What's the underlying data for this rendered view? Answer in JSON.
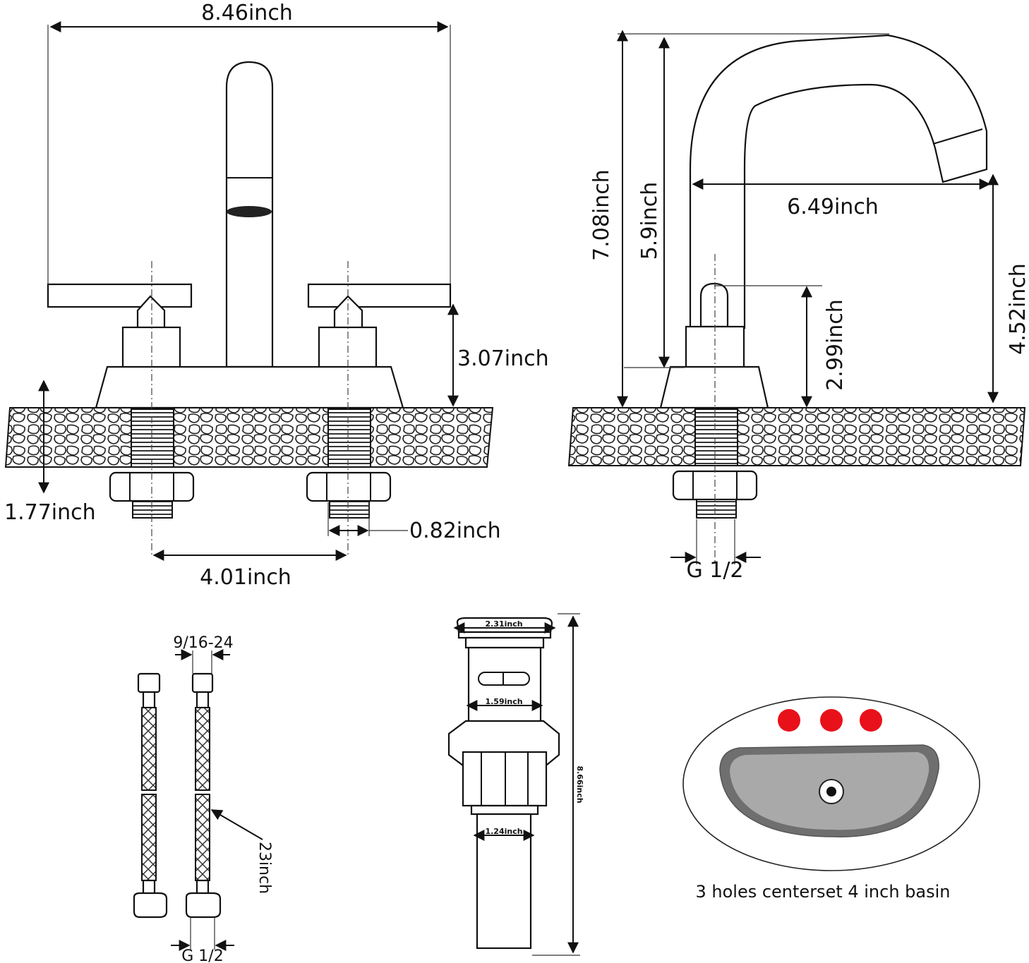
{
  "labels": {
    "width_total": "8.46inch",
    "deck_height": "3.07inch",
    "counter_thickness": "1.77inch",
    "shank_diameter": "0.82inch",
    "center_spacing": "4.01inch",
    "overall_height": "7.08inch",
    "spout_height": "5.9inch",
    "spout_reach": "6.49inch",
    "handle_height": "2.99inch",
    "spout_clearance": "4.52inch",
    "thread_side": "G 1/2",
    "hose_thread_top": "9/16-24",
    "hose_length": "23inch",
    "hose_thread_bottom": "G 1/2",
    "drain_cap": "2.31inch",
    "drain_body": "1.59inch",
    "drain_tail": "1.24inch",
    "drain_length": "8.66inch",
    "basin_caption": "3 holes centerset 4 inch basin"
  },
  "colors": {
    "hole_red": "#e8111a",
    "basin_gray": "#a9a9a9",
    "line": "#111111"
  }
}
